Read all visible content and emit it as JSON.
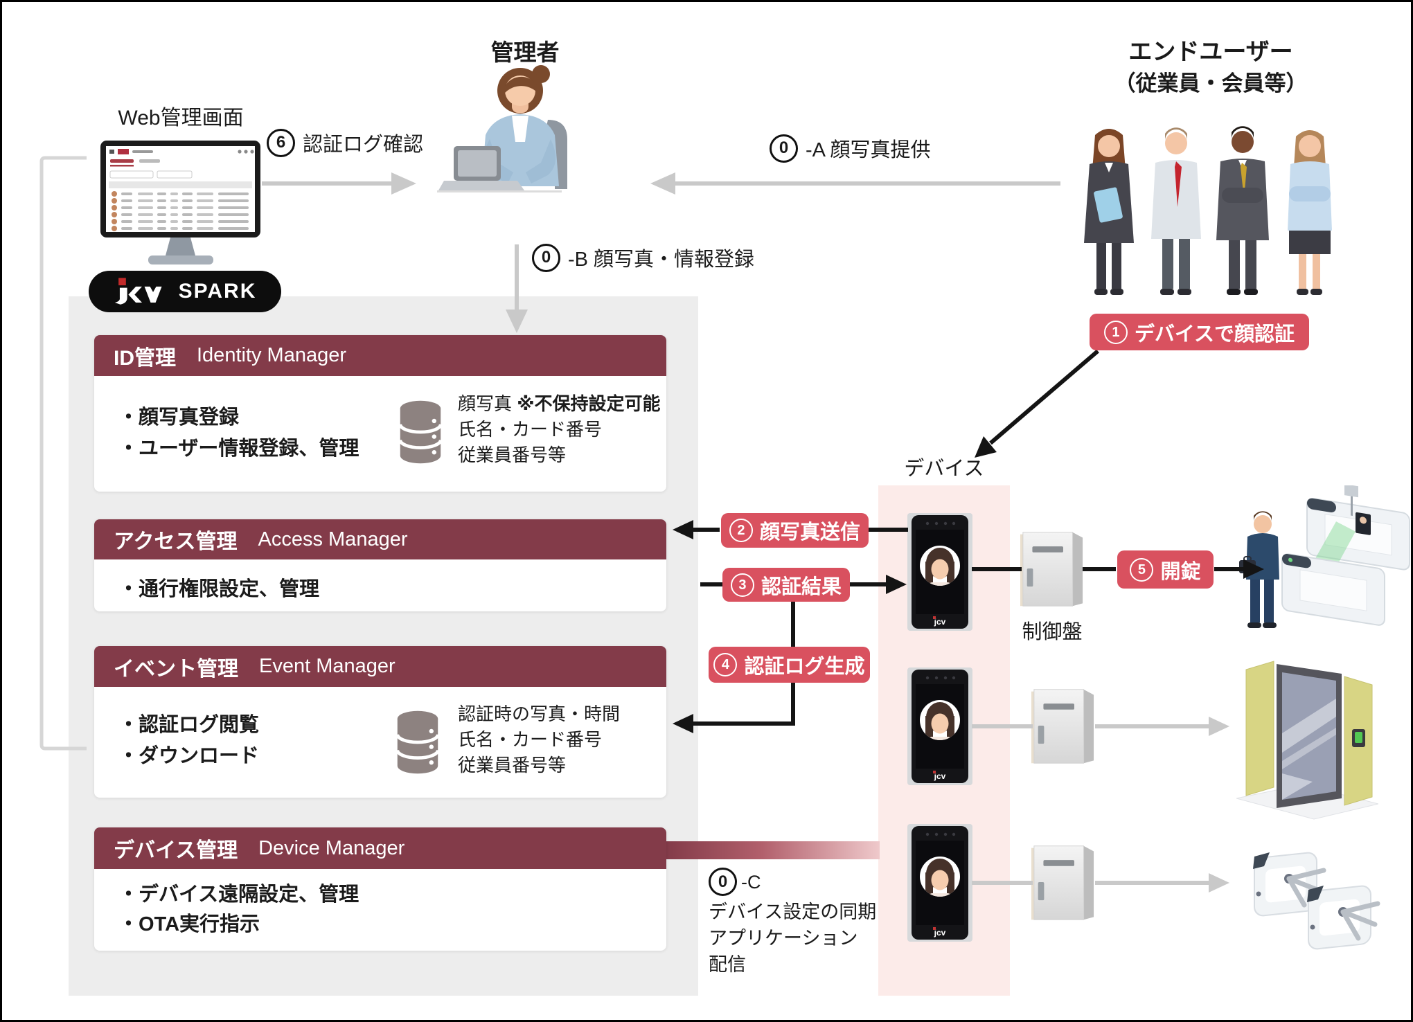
{
  "colors": {
    "maroon": "#833B49",
    "badge_red": "#D9515F",
    "panel_gray": "#EDEDED",
    "device_pink": "#FCEBE9",
    "arrow_gray": "#C9C9C9",
    "ink": "#1A1A1A"
  },
  "labels": {
    "web_screen": "Web管理画面",
    "admin": "管理者",
    "enduser_line1": "エンドユーザー",
    "enduser_line2": "（従業員・会員等）",
    "device_column": "デバイス",
    "controller": "制御盤",
    "spark_logo": "jcv",
    "spark_name": "SPARK"
  },
  "flows": {
    "f6": {
      "num": "6",
      "text": "認証ログ確認"
    },
    "f0a": {
      "num": "0",
      "text": "-A 顔写真提供"
    },
    "f0b": {
      "num": "0",
      "text": "-B 顔写真・情報登録"
    },
    "f0c": {
      "num": "0",
      "suffix": "-C",
      "line1": "デバイス設定の同期",
      "line2": "アプリケーション",
      "line3": "配信"
    },
    "b1": {
      "num": "1",
      "text": "デバイスで顔認証"
    },
    "b2": {
      "num": "2",
      "text": "顔写真送信"
    },
    "b3": {
      "num": "3",
      "text": "認証結果"
    },
    "b4": {
      "num": "4",
      "text": "認証ログ生成"
    },
    "b5": {
      "num": "5",
      "text": "開錠"
    }
  },
  "managers": [
    {
      "jp": "ID管理",
      "en": "Identity Manager",
      "bullet1": "・顔写真登録",
      "bullet2": "・ユーザー情報登録、管理",
      "db_note": "顔写真",
      "db_note_bold": "※不保持設定可能",
      "db_line2": "氏名・カード番号",
      "db_line3": "従業員番号等"
    },
    {
      "jp": "アクセス管理",
      "en": "Access Manager",
      "bullet1": "・通行権限設定、管理"
    },
    {
      "jp": "イベント管理",
      "en": "Event Manager",
      "bullet1": "・認証ログ閲覧",
      "bullet2": "・ダウンロード",
      "db_line1": "認証時の写真・時間",
      "db_line2": "氏名・カード番号",
      "db_line3": "従業員番号等"
    },
    {
      "jp": "デバイス管理",
      "en": "Device Manager",
      "bullet1": "・デバイス遠隔設定、管理",
      "bullet2": "・OTA実行指示"
    }
  ]
}
